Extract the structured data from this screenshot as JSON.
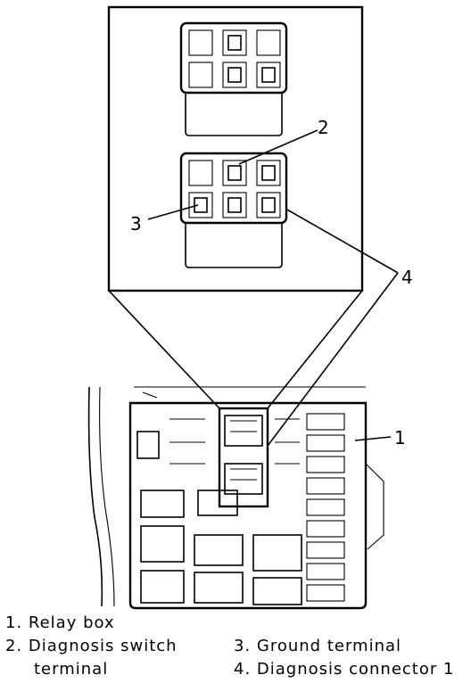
{
  "callouts": {
    "c1": "1",
    "c2": "2",
    "c3": "3",
    "c4": "4"
  },
  "legend": {
    "item1": "1. Relay box",
    "item2_line1": "2. Diagnosis switch",
    "item2_line2": "terminal",
    "item3": "3. Ground terminal",
    "item4": "4. Diagnosis connector 1"
  }
}
